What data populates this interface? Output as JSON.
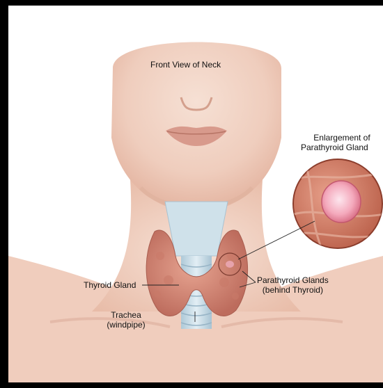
{
  "title": "Front View of Neck",
  "labels": {
    "enlargement_line1": "Enlargement of",
    "enlargement_line2": "Parathyroid Gland",
    "thyroid_gland": "Thyroid Gland",
    "parathyroid_line1": "Parathyroid Glands",
    "parathyroid_line2": "(behind Thyroid)",
    "trachea_line1": "Trachea",
    "trachea_line2": "(windpipe)"
  },
  "colors": {
    "background": "#000000",
    "panel": "#ffffff",
    "skin": "#f1d2c3",
    "skin_shadow": "#e4b5a2",
    "thyroid": "#d98f7e",
    "thyroid_dark": "#c06f60",
    "trachea": "#c9dde8",
    "parathyroid": "#e7a3ac",
    "inset_pink": "#f7b6c7",
    "label_text": "#111111"
  }
}
